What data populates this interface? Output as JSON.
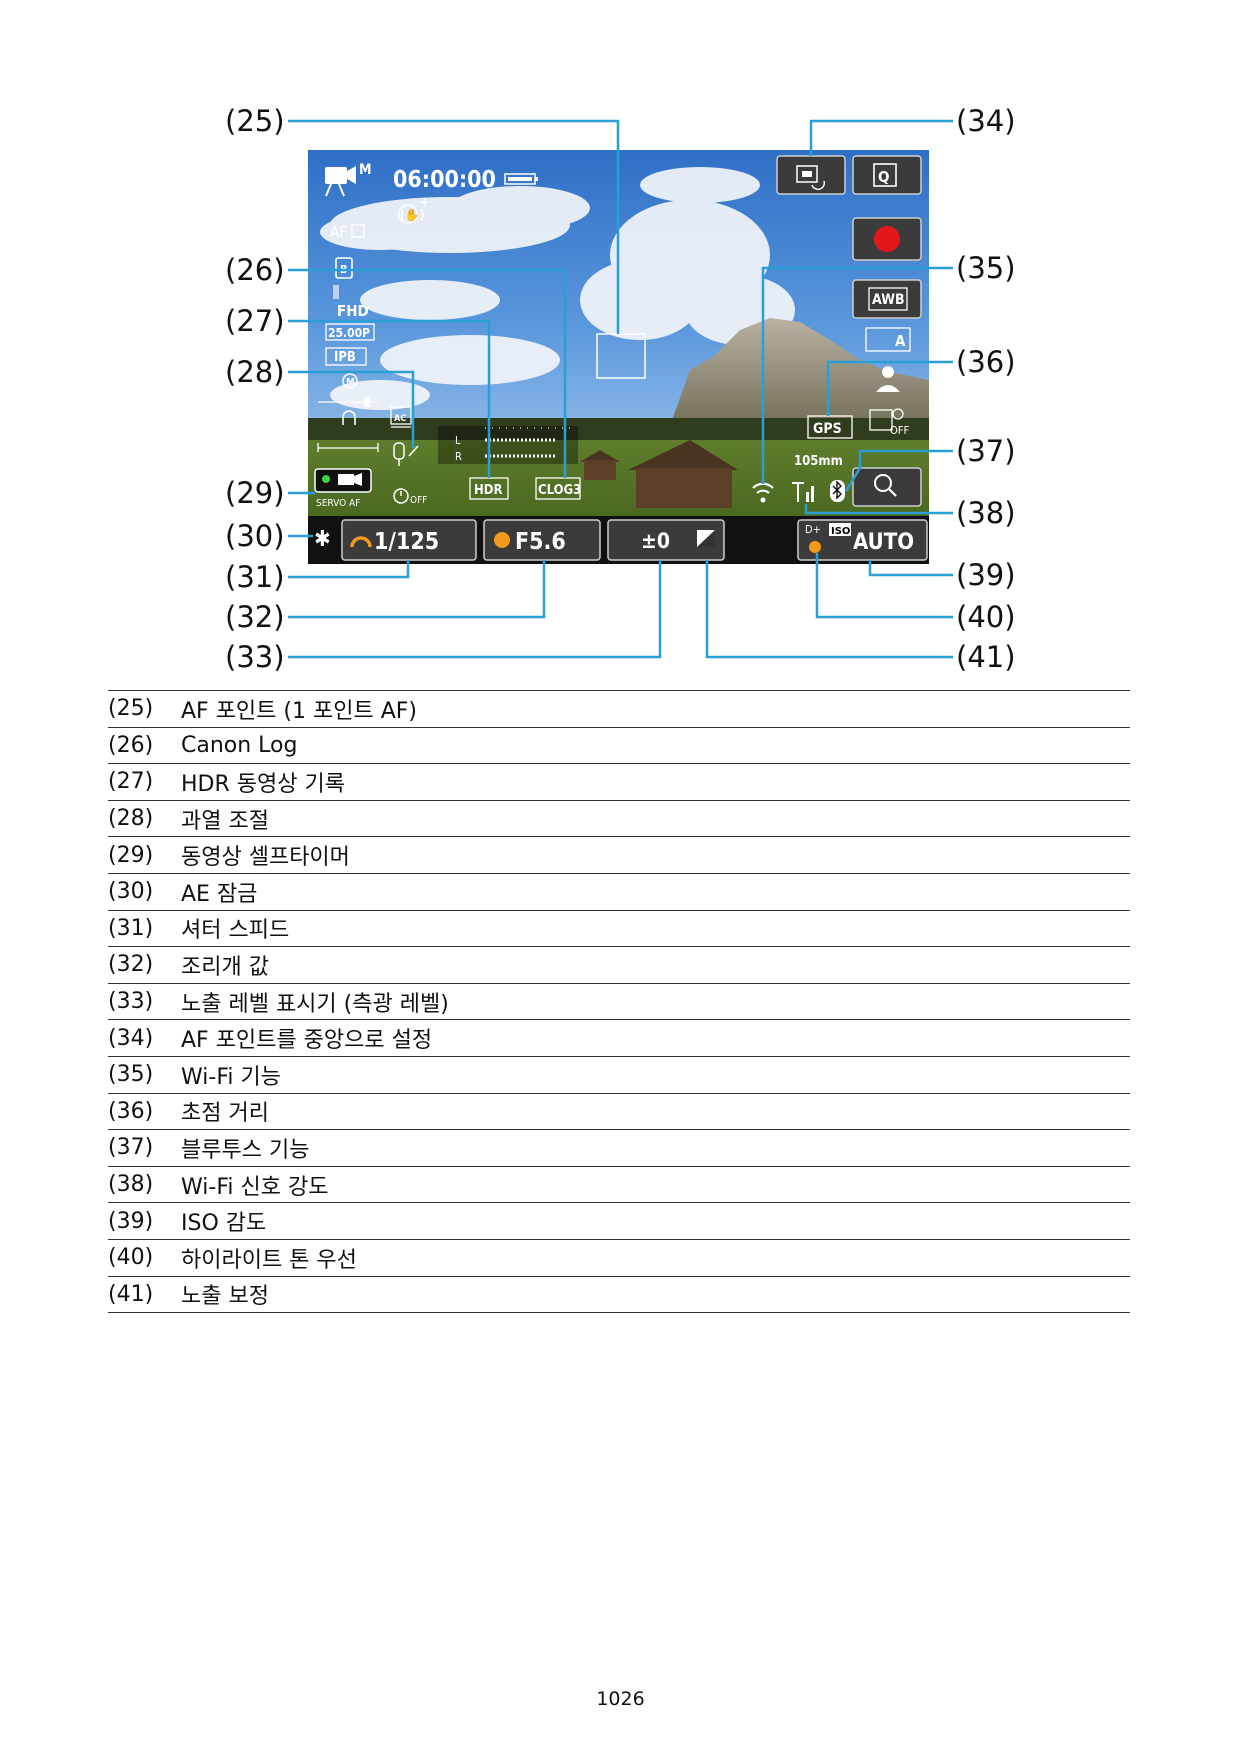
{
  "figure": {
    "callouts": [
      "(25)",
      "(26)",
      "(27)",
      "(28)",
      "(29)",
      "(30)",
      "(31)",
      "(32)",
      "(33)",
      "(34)",
      "(35)",
      "(36)",
      "(37)",
      "(38)",
      "(39)",
      "(40)",
      "(41)"
    ],
    "screen": {
      "movie_mode": "M",
      "timecode": "06:00:00",
      "af_method": "AF",
      "rec_size": "FHD",
      "frame_rate": "25.00P",
      "compression": "IPB",
      "audio_mode": "M",
      "vu_left": "L",
      "vu_right": "R",
      "hdr_label": "HDR",
      "clog_label": "CLOG3",
      "af_operation": "SERVO AF",
      "self_timer_off": "OFF",
      "shutter": "1/125",
      "aperture": "F5.6",
      "exposure_level": "±0",
      "focus_distance": "105mm",
      "gps": "GPS",
      "wb": "AWB",
      "picture_style_a": "A",
      "zoom_off": "OFF",
      "iso_label": "ISO",
      "iso_value": "AUTO",
      "highlight_tone": "D+",
      "ac_label": "AC"
    }
  },
  "legend": [
    {
      "num": "(25)",
      "text": "AF 포인트 (1 포인트 AF)"
    },
    {
      "num": "(26)",
      "text": "Canon Log"
    },
    {
      "num": "(27)",
      "text": "HDR 동영상 기록"
    },
    {
      "num": "(28)",
      "text": "과열 조절"
    },
    {
      "num": "(29)",
      "text": "동영상 셀프타이머"
    },
    {
      "num": "(30)",
      "text": "AE 잠금"
    },
    {
      "num": "(31)",
      "text": "셔터 스피드"
    },
    {
      "num": "(32)",
      "text": "조리개 값"
    },
    {
      "num": "(33)",
      "text": "노출 레벨 표시기 (측광 레벨)"
    },
    {
      "num": "(34)",
      "text": "AF 포인트를 중앙으로 설정"
    },
    {
      "num": "(35)",
      "text": "Wi-Fi 기능"
    },
    {
      "num": "(36)",
      "text": "초점 거리"
    },
    {
      "num": "(37)",
      "text": "블루투스 기능"
    },
    {
      "num": "(38)",
      "text": "Wi-Fi 신호 강도"
    },
    {
      "num": "(39)",
      "text": "ISO 감도"
    },
    {
      "num": "(40)",
      "text": "하이라이트 톤 우선"
    },
    {
      "num": "(41)",
      "text": "노출 보정"
    }
  ],
  "page_number": "1026"
}
